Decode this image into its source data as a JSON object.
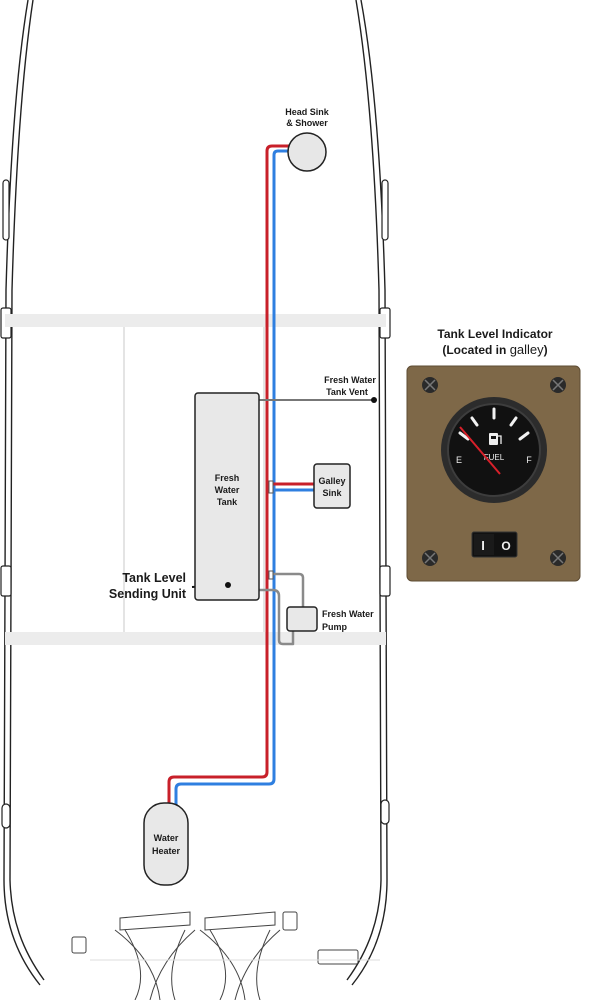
{
  "labels": {
    "head_sink_line1": "Head Sink",
    "head_sink_line2": "& Shower",
    "vent_line1": "Fresh Water",
    "vent_line2": "Tank Vent",
    "tank_line1": "Fresh",
    "tank_line2": "Water",
    "tank_line3": "Tank",
    "galley_line1": "Galley",
    "galley_line2": "Sink",
    "sending_line1": "Tank Level",
    "sending_line2": "Sending Unit",
    "pump_line1": "Fresh Water",
    "pump_line2": "Pump",
    "heater_line1": "Water",
    "heater_line2": "Heater"
  },
  "indicator": {
    "title_line1": "Tank Level Indicator",
    "title_prefix": "(Located in ",
    "title_place": "galley",
    "title_suffix": ")",
    "gauge_empty": "E",
    "gauge_full": "F",
    "gauge_label": "FUEL",
    "switch_on": "I",
    "switch_off": "O"
  },
  "colors": {
    "hot_line": "#c8202a",
    "cold_line": "#2f7fe0",
    "vent_line": "#777777",
    "panel": "#7e6848",
    "gauge_needle": "#d8202a"
  }
}
